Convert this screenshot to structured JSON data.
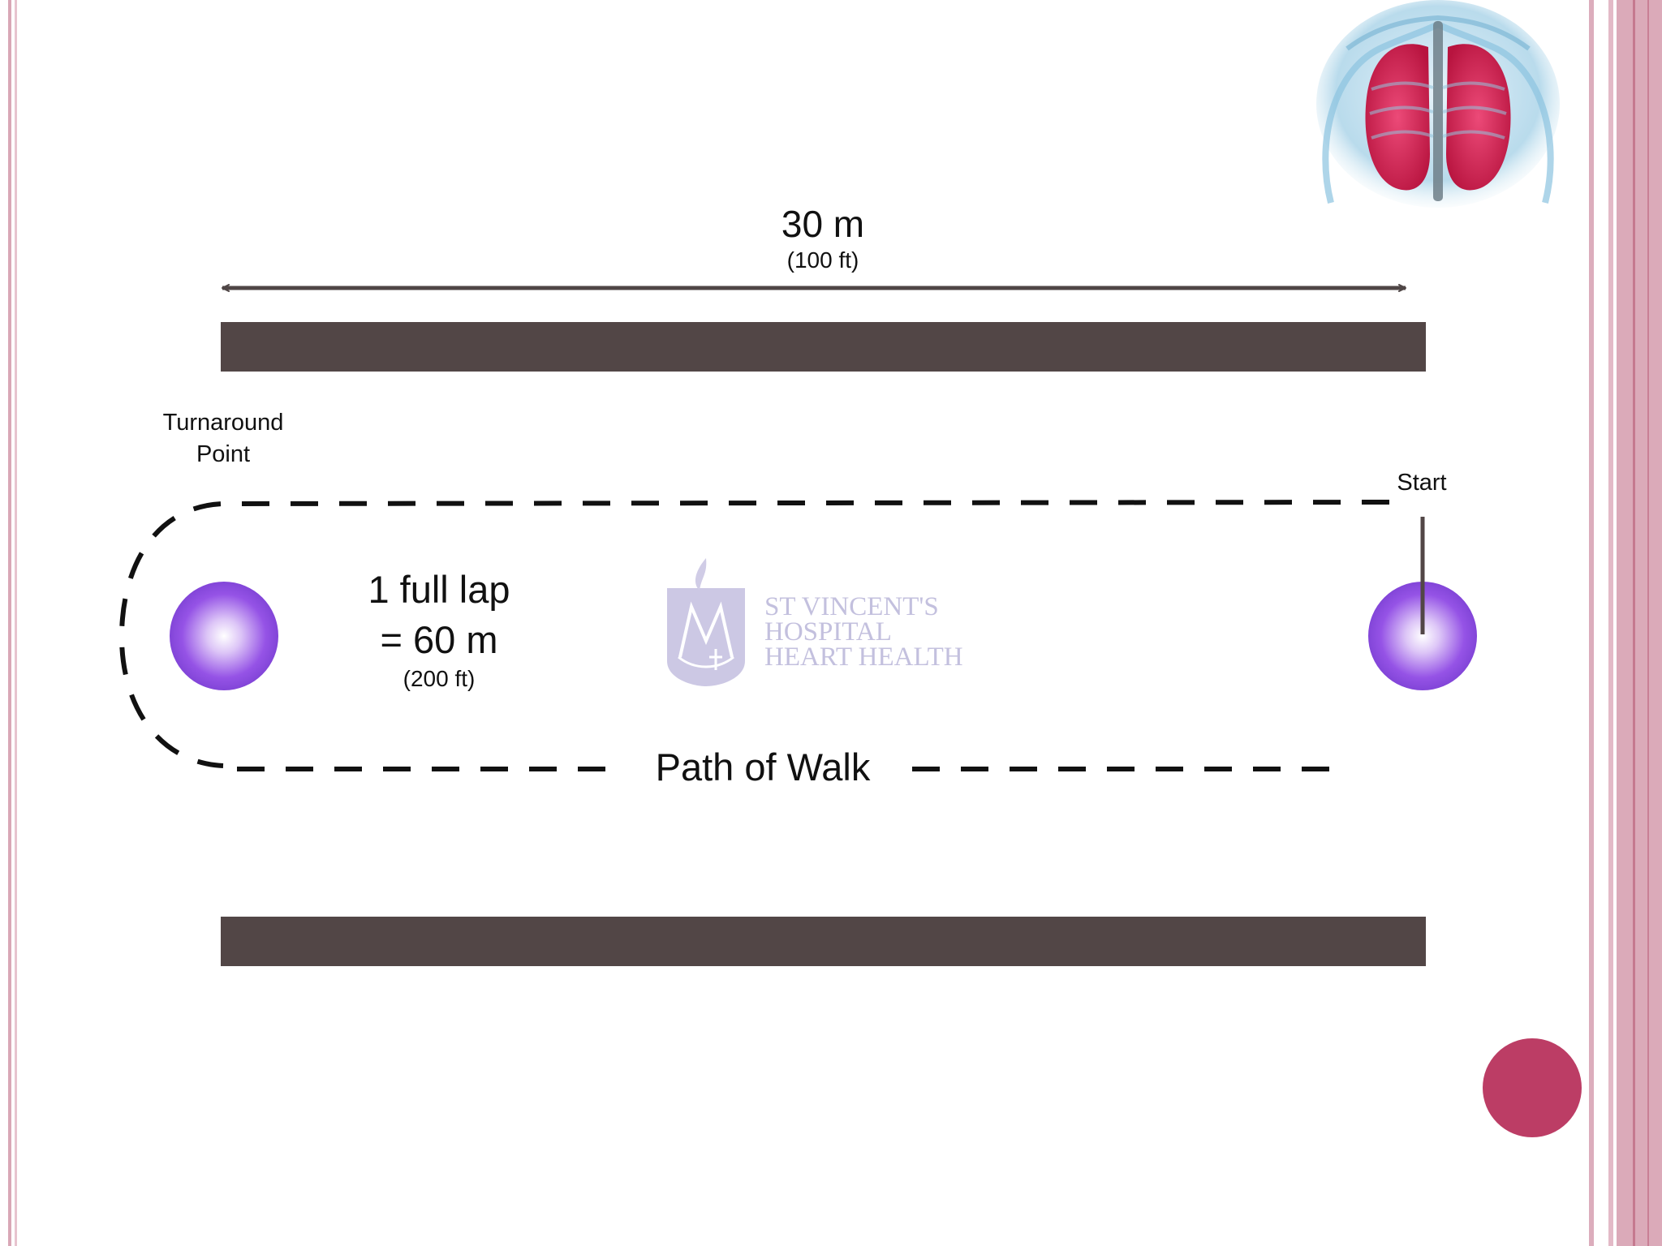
{
  "dimension": {
    "main": "30 m",
    "sub": "(100 ft)"
  },
  "turnaround": {
    "line1": "Turnaround",
    "line2": "Point"
  },
  "start_label": "Start",
  "lap": {
    "line1": "1 full lap",
    "line2": "= 60 m",
    "sub": "(200 ft)"
  },
  "path_label": "Path of Walk",
  "watermark": {
    "line1": "ST VINCENT'S",
    "line2": "HOSPITAL",
    "line3": "HEART HEALTH"
  },
  "colors": {
    "wall": "#524646",
    "cone": "#8a4ee0",
    "accent_dot": "#bc3d65",
    "border_pink": "#d9a7b6",
    "watermark": "#c3c0de"
  },
  "icons": {
    "lungs": "lungs-anatomy-icon",
    "cone_left": "turnaround-cone-icon",
    "cone_right": "start-cone-icon",
    "logo": "st-vincents-logo-icon"
  }
}
